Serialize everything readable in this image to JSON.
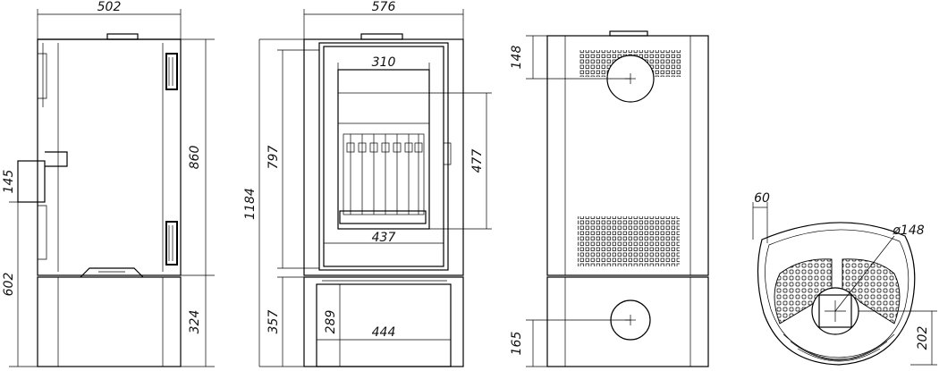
{
  "dimensions": {
    "side_width": "502",
    "side_height": "860",
    "side_outlet_height": "145",
    "side_base_total": "602",
    "side_base_height": "324",
    "front_width": "576",
    "front_total_height": "1184",
    "front_door_height": "797",
    "front_window_width_top": "310",
    "front_window_height": "477",
    "front_window_width_bottom": "437",
    "front_base_height": "357",
    "front_niche_height": "289",
    "front_niche_width": "444",
    "rear_top_outlet": "148",
    "rear_bottom_outlet": "165",
    "top_offset": "60",
    "top_flue_diameter": "ø148",
    "top_flue_depth": "202"
  }
}
